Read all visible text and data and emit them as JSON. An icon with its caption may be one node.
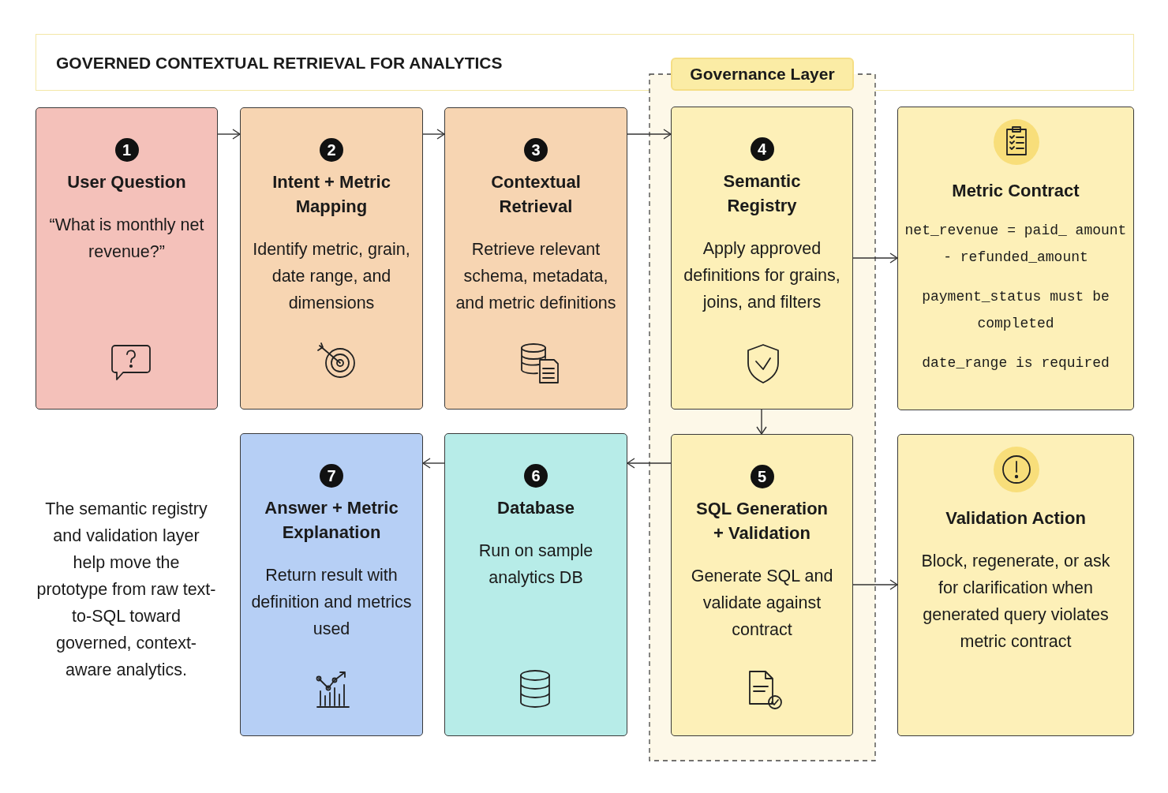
{
  "diagram": {
    "title": "GOVERNED CONTEXTUAL RETRIEVAL FOR ANALYTICS",
    "nodes": [
      {
        "text": [
          "1",
          "User Question",
          "“What is monthly net revenue?”"
        ]
      },
      {
        "text": [
          "2",
          "Intent + Metric Mapping",
          "Identify metric, grain, date range, and dimensions"
        ]
      },
      {
        "text": [
          "3",
          "Contextual Retrieval",
          "Retrieve relevant schema, metadata, and metric definitions"
        ]
      },
      {
        "text": [
          "Governance Layer"
        ]
      },
      {
        "text": [
          "4",
          "Semantic Registry",
          "Apply approved definitions for grains, joins, and filters"
        ],
        "in": 3
      },
      {
        "text": [
          "Metric Contract",
          "net_revenue = paid_ amount - refunded_amount",
          "payment_status must be completed",
          "date_range is required"
        ]
      },
      {
        "text": [
          "5",
          "SQL Generation + Validation",
          "Generate SQL and validate against contract"
        ],
        "in": 3
      },
      {
        "text": [
          "Validation Action",
          "Block, regenerate, or ask for clarification when generated query violates metric contract"
        ]
      },
      {
        "text": [
          "6",
          "Database",
          "Run on sample analytics DB"
        ]
      },
      {
        "text": [
          "7",
          "Answer + Metric Explanation",
          "Return result with definition and metrics used"
        ]
      }
    ],
    "edges": [
      {
        "from": 0,
        "to": 1,
        "arrow": "to"
      },
      {
        "from": 1,
        "to": 2,
        "arrow": "to"
      },
      {
        "from": 2,
        "to": 4,
        "arrow": "to"
      },
      {
        "from": 4,
        "to": 5,
        "arrow": "to"
      },
      {
        "from": 4,
        "to": 6,
        "arrow": "to"
      },
      {
        "from": 6,
        "to": 7,
        "arrow": "to"
      },
      {
        "from": 6,
        "to": 8,
        "arrow": "to"
      },
      {
        "from": 8,
        "to": 9,
        "arrow": "to"
      }
    ],
    "labels": [
      "The semantic registry and validation layer help move the prototype from raw text-to-SQL toward governed, context-aware analytics."
    ]
  }
}
